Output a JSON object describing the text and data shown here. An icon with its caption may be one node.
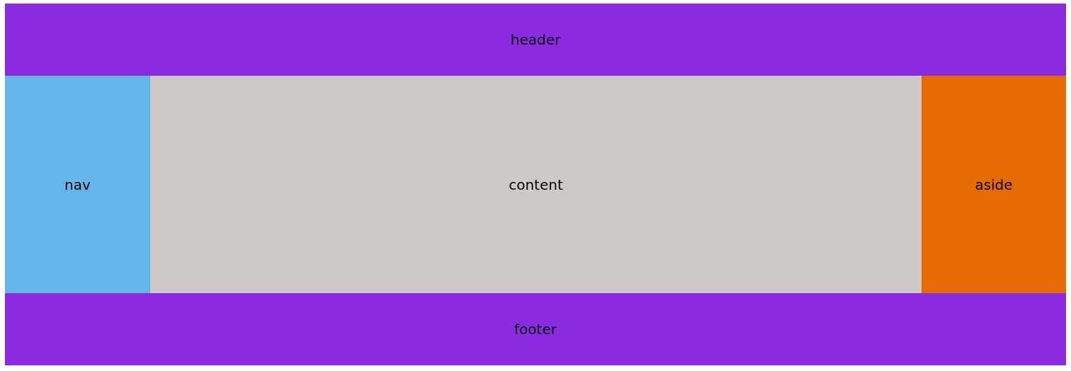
{
  "diagram": {
    "nodes": [
      {
        "text": [
          "header"
        ]
      },
      {
        "text": [
          "nav"
        ]
      },
      {
        "text": [
          "content"
        ]
      },
      {
        "text": [
          "aside"
        ]
      },
      {
        "text": [
          "footer"
        ]
      }
    ]
  }
}
